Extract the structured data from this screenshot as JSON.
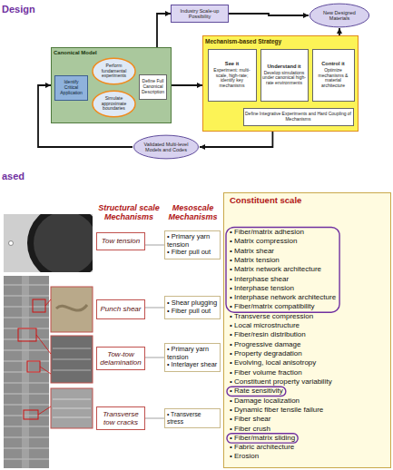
{
  "diagram": {
    "nodes": [
      {
        "text": [
          "Industry Scale-up Possibility"
        ]
      },
      {
        "text": [
          "New Designed Materials"
        ]
      },
      {
        "text": [
          "Canonical Model"
        ]
      },
      {
        "text": [
          "Identify Critical Application"
        ],
        "in": 2
      },
      {
        "text": [
          "Perform fundamental experiments"
        ],
        "in": 2
      },
      {
        "text": [
          "Simulate approximate boundaries"
        ],
        "in": 2
      },
      {
        "text": [
          "Define Full Canonical Description"
        ],
        "in": 2
      },
      {
        "text": [
          "Mechanism-based Strategy"
        ]
      },
      {
        "text": [
          "See it",
          "Experiment: multi-scale, high-rate; identify key mechanisms"
        ],
        "in": 7
      },
      {
        "text": [
          "Understand it",
          "Develop simulations under canonical high-rate environments"
        ],
        "in": 7
      },
      {
        "text": [
          "Control it",
          "Optimize mechanisms & material architecture"
        ],
        "in": 7
      },
      {
        "text": [
          "Define Integrative Experiments and Hard Coupling of Mechanisms"
        ],
        "in": 7
      },
      {
        "text": [
          "Validated Multi-level Models and Codes"
        ]
      },
      {
        "text": [
          "Tow tension"
        ]
      },
      {
        "text": [
          "Punch shear"
        ]
      },
      {
        "text": [
          "Tow-tow delamination"
        ]
      },
      {
        "text": [
          "Transverse tow cracks"
        ]
      },
      {
        "text": [
          "• Primary yarn tension",
          "• Fiber pull out"
        ]
      },
      {
        "text": [
          "• Shear plugging",
          "• Fiber pull out"
        ]
      },
      {
        "text": [
          "• Primary yarn tension",
          "• Interlayer shear"
        ]
      },
      {
        "text": [
          "• Transverse stress"
        ]
      },
      {
        "text": [
          "Constituent scale",
          "• Fiber/matrix adhesion",
          "• Matrix compression",
          "• Matrix shear",
          "• Matrix tension",
          "• Matrix network architecture",
          "• Interphase shear",
          "• Interphase tension",
          "• Interphase network architecture",
          "• Fiber/matrix compatibility",
          "• Transverse compression",
          "• Local microstructure",
          "• Fiber/resin distribution",
          "• Progressive damage",
          "• Property degradation",
          "• Evolving, local anisotropy",
          "• Fiber volume fraction",
          "• Constituent property variability",
          "• Rate sensitivity",
          "• Damage localization",
          "• Dynamic fiber tensile failure",
          "• Fiber shear",
          "• Fiber crush",
          "• Fiber/matrix sliding",
          "• Fabric architecture",
          "• Erosion"
        ]
      }
    ],
    "edges": [
      {
        "from": 2,
        "to": 0,
        "arrow": "to"
      },
      {
        "from": 0,
        "to": 1,
        "arrow": "to"
      },
      {
        "from": 2,
        "to": 7,
        "arrow": "to"
      },
      {
        "from": 7,
        "to": 1,
        "arrow": "to"
      },
      {
        "from": 7,
        "to": 12,
        "arrow": "to"
      },
      {
        "from": 12,
        "to": 2,
        "arrow": "to"
      },
      {
        "from": 3,
        "to": 4,
        "arrow": "none"
      },
      {
        "from": 3,
        "to": 5,
        "arrow": "none"
      },
      {
        "from": 4,
        "to": 6,
        "arrow": "to"
      },
      {
        "from": 5,
        "to": 6,
        "arrow": "to"
      },
      {
        "from": 13,
        "to": 17,
        "arrow": "none"
      },
      {
        "from": 14,
        "to": 18,
        "arrow": "none"
      },
      {
        "from": 15,
        "to": 19,
        "arrow": "none"
      },
      {
        "from": 16,
        "to": 20,
        "arrow": "none"
      }
    ],
    "labels": [
      "Design",
      "ased",
      "Structural scale Mechanisms",
      "Mesoscale Mechanisms"
    ]
  }
}
